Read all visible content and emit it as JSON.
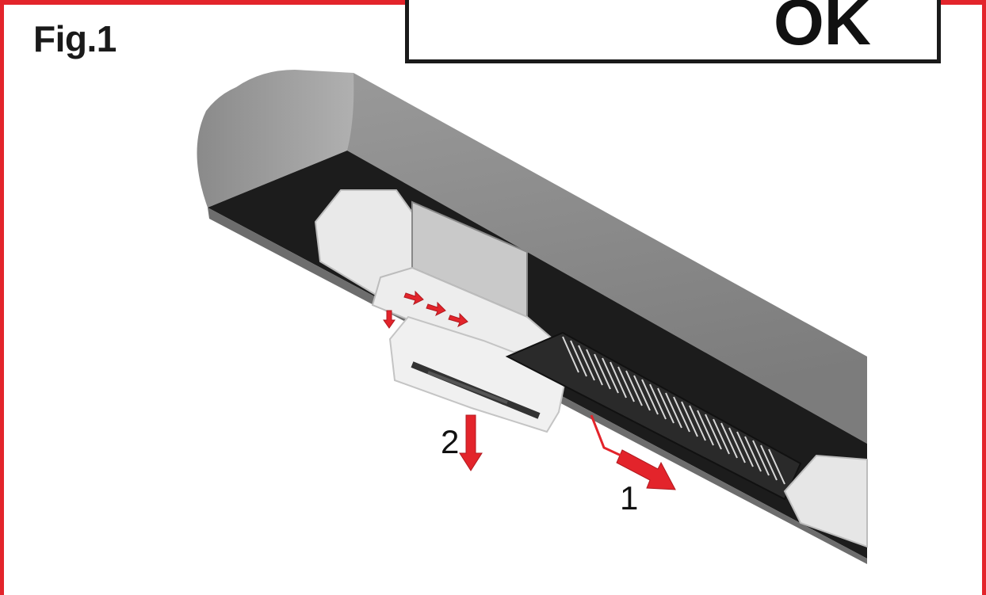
{
  "figure": {
    "label": "Fig.1",
    "colors": {
      "frame": "#e3242b",
      "arrow": "#e3242b",
      "housing": "#8e8e8e",
      "interior": "#1c1c1c"
    }
  },
  "callout": {
    "ok_text": "OK",
    "icons": [
      "prohibited-tool-icon",
      "ok-tool-icon"
    ]
  },
  "steps": [
    {
      "label": "1"
    },
    {
      "label": "2"
    }
  ]
}
